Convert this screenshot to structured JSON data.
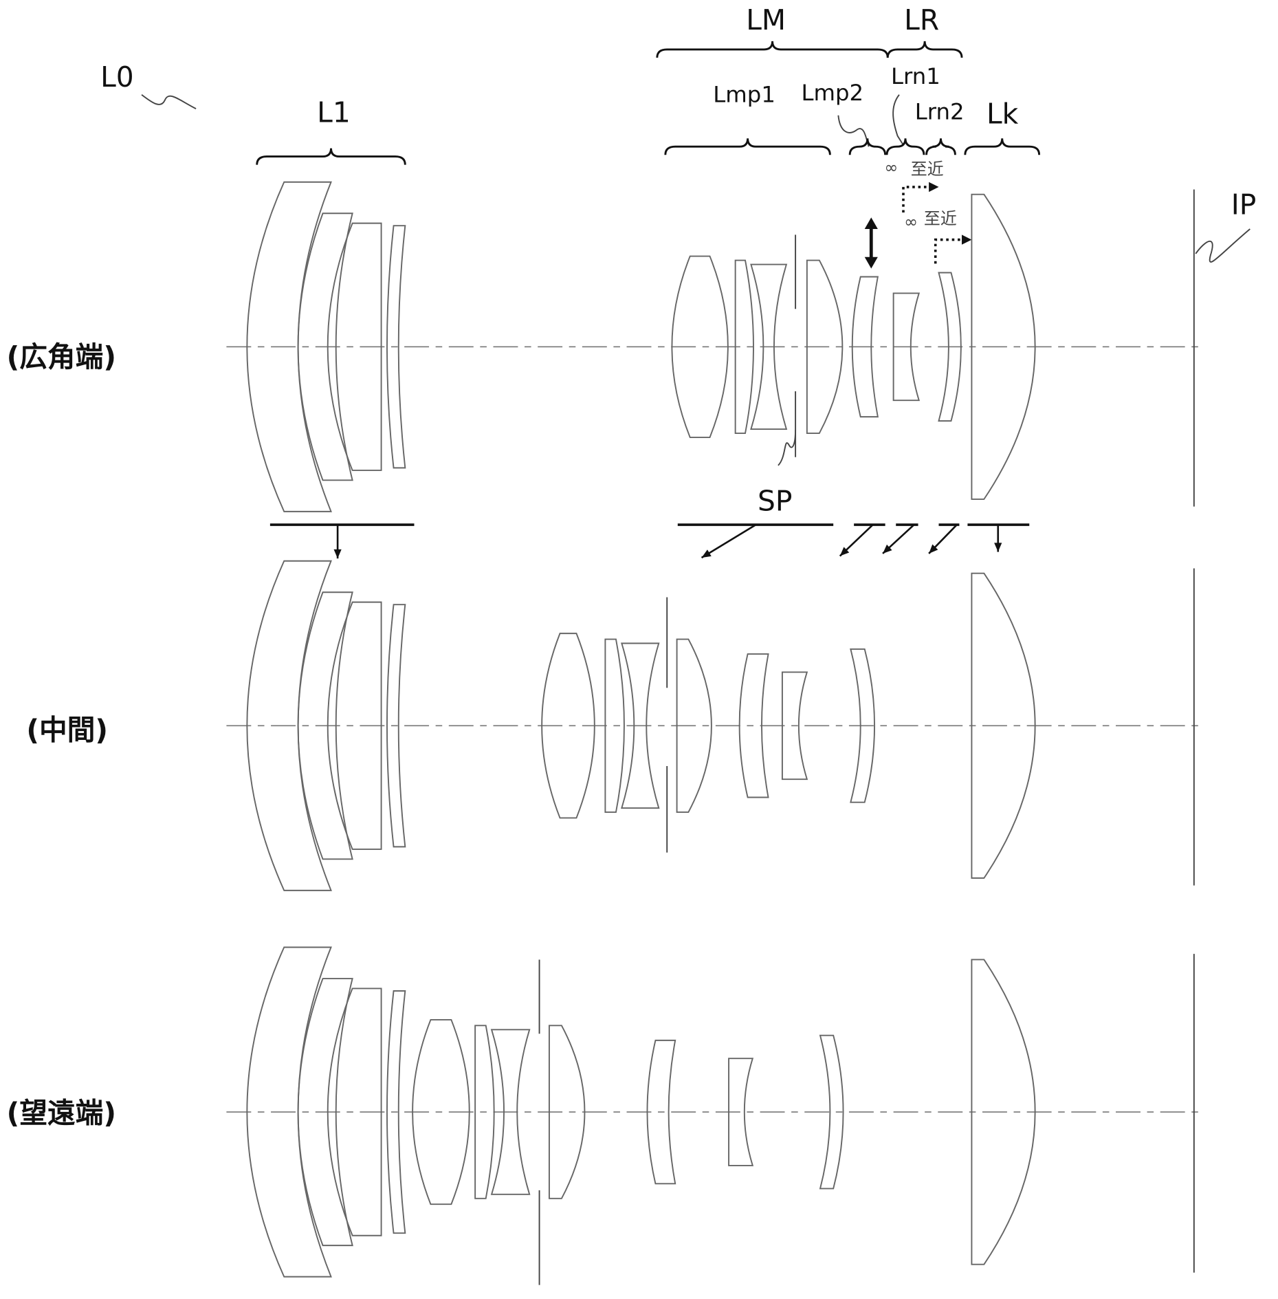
{
  "figure": {
    "system_label": "L0",
    "group_labels": {
      "L1": "L1",
      "LM": "LM",
      "LR": "LR",
      "Lmp1": "Lmp1",
      "Lmp2": "Lmp2",
      "Lrn1": "Lrn1",
      "Lrn2": "Lrn2",
      "Lk": "Lk"
    },
    "image_plane_label": "IP",
    "stop_label": "SP",
    "focus_labels": [
      {
        "infinity": "∞",
        "near": "至近"
      },
      {
        "infinity": "∞",
        "near": "至近"
      }
    ],
    "rows": [
      {
        "label": "(広角端)"
      },
      {
        "label": "(中間)"
      },
      {
        "label": "(望遠端)"
      }
    ]
  }
}
